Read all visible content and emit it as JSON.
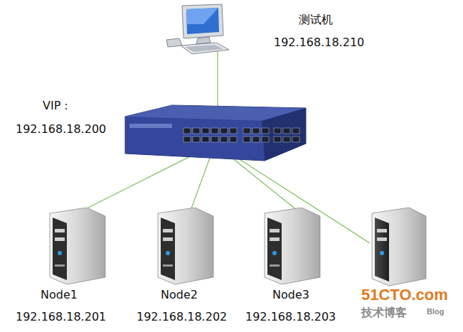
{
  "diagram": {
    "nodes": [
      {
        "text": [
          "测试机",
          "192.168.18.210"
        ]
      },
      {
        "text": [
          "VIP：",
          "192.168.18.200"
        ]
      },
      {
        "text": [
          "Node1",
          "192.168.18.201"
        ]
      },
      {
        "text": [
          "Node2",
          "192.168.18.202"
        ]
      },
      {
        "text": [
          "Node3",
          "192.168.18.203"
        ]
      }
    ],
    "edges": [
      {
        "from": 0,
        "to": 1,
        "arrow": "none"
      },
      {
        "from": 1,
        "to": 2,
        "arrow": "none"
      },
      {
        "from": 1,
        "to": 3,
        "arrow": "none"
      },
      {
        "from": 1,
        "to": 4,
        "arrow": "none"
      }
    ],
    "labels": [
      "51CTO.com",
      "技术博客",
      "Blog"
    ]
  }
}
